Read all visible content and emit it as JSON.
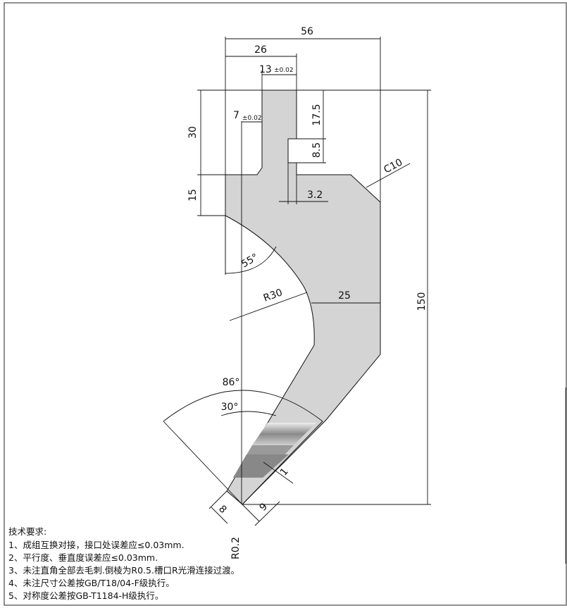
{
  "drawing": {
    "dims": {
      "overall_width": "56",
      "top_width": "26",
      "tang_width": "13",
      "tang_tol": "±0.02",
      "offset": "7",
      "offset_tol": "±0.02",
      "tang_height": "30",
      "shoulder_height": "15",
      "groove_top": "17.5",
      "groove_depth": "8.5",
      "groove_width": "3.2",
      "chamfer": "C10",
      "angle_55": "55°",
      "radius": "R30",
      "neck_width": "25",
      "total_height": "150",
      "angle_86": "86°",
      "angle_30": "30°",
      "tip_width": "1",
      "tip_left": "8",
      "tip_right": "9",
      "tip_radius": "R0.2"
    },
    "notes": {
      "heading": "技术要求:",
      "items": [
        "1、成组互换对接，接口处误差应≤0.03mm.",
        "2、平行度、垂直度误差应≤0.03mm.",
        "3、未注直角全部去毛刺.倒棱为R0.5.槽口R光滑连接过渡。",
        "4、未注尺寸公差按GB/T18/04-F级执行。",
        "5、对称度公差按GB-T1184-H级执行。"
      ]
    }
  }
}
